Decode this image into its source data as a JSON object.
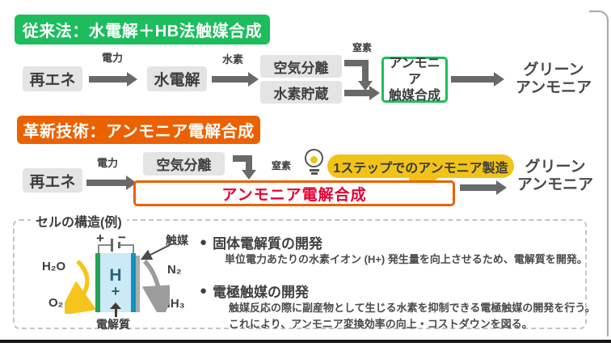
{
  "colors": {
    "green": "#1dbd5e",
    "orange": "#eb6100",
    "red_text": "#e60033",
    "yellow": "#f1c319",
    "node_gray": "#e4e4e4",
    "arrow_gray": "#696969",
    "cell_blue": "#cbe9f7",
    "electrode_green": "#23a25b",
    "electrode_teal": "#0f93c0"
  },
  "conventional": {
    "banner": "従来法：水電解＋HB法触媒合成",
    "renewable": "再エネ",
    "power_label": "電力",
    "electrolysis": "水電解",
    "hydrogen_label": "水素",
    "air_separation": "空気分離",
    "hydrogen_storage": "水素貯蔵",
    "nitrogen_label": "窒素",
    "synthesis_line1": "アンモニア",
    "synthesis_line2": "触媒合成",
    "output_line1": "グリーン",
    "output_line2": "アンモニア"
  },
  "innovative": {
    "banner": "革新技術：アンモニア電解合成",
    "renewable": "再エネ",
    "power_label": "電力",
    "air_separation": "空気分離",
    "nitrogen_label": "窒素",
    "callout": "1ステップでのアンモニア製造",
    "synthesis": "アンモニア電解合成",
    "output_line1": "グリーン",
    "output_line2": "アンモニア"
  },
  "cell": {
    "title": "セルの構造(例)",
    "plus": "+",
    "minus": "−",
    "h2o": "H₂O",
    "o2": "O₂",
    "catalyst": "触媒",
    "n2": "N₂",
    "nh3": "NH₃",
    "ion_h": "H",
    "ion_plus": "+",
    "electrolyte": "電解質"
  },
  "rnd": {
    "bullet": "●",
    "item1_heading": "固体電解質の開発",
    "item1_body": "単位電力あたりの水素イオン (H+) 発生量を向上させるため、電解質を開発。",
    "item2_heading": "電極触媒の開発",
    "item2_body1": "触媒反応の際に副産物として生じる水素を抑制できる電極触媒の開発を行う。",
    "item2_body2": "これにより、アンモニア変換効率の向上・コストダウンを図る。"
  }
}
